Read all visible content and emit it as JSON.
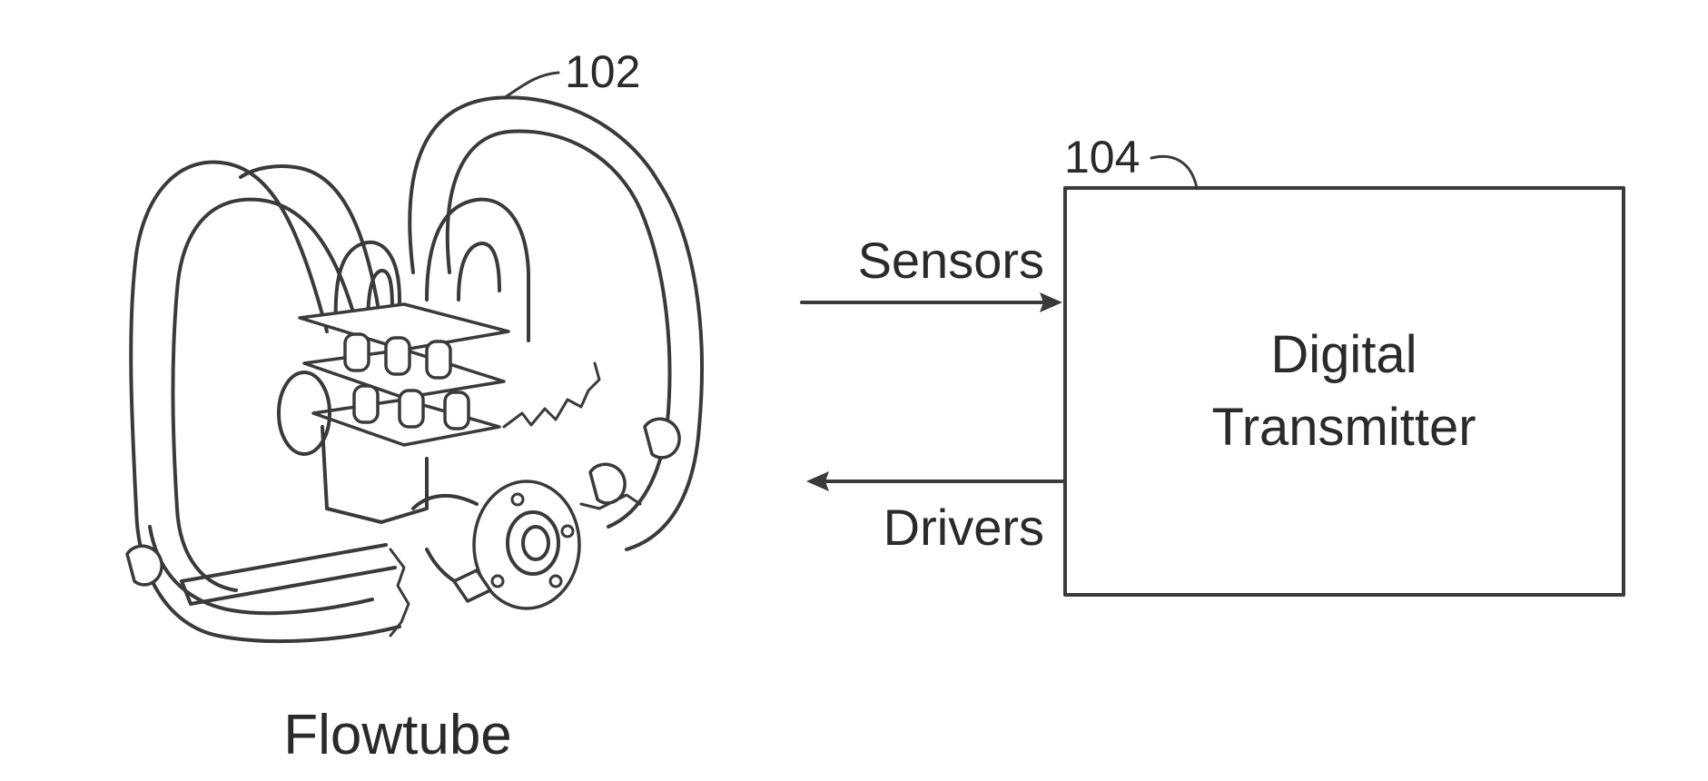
{
  "flowtube": {
    "ref_number": "102",
    "caption": "Flowtube"
  },
  "transmitter": {
    "ref_number": "104",
    "title_line1": "Digital",
    "title_line2": "Transmitter"
  },
  "signals": {
    "sensors_label": "Sensors",
    "drivers_label": "Drivers"
  }
}
